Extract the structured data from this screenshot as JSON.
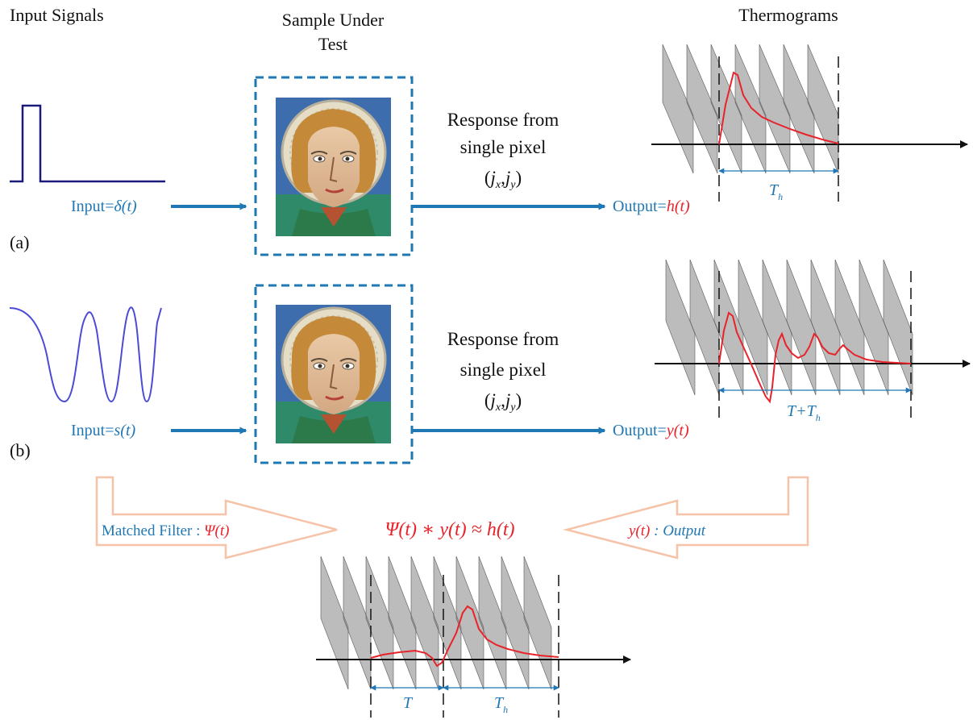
{
  "headers": {
    "input_signals": "Input Signals",
    "sample_under_test_line1": "Sample Under",
    "sample_under_test_line2": "Test",
    "thermograms": "Thermograms"
  },
  "row_a": {
    "label": "(a)",
    "input_prefix": "Input=",
    "input_fn": "δ(t)",
    "response_line1": "Response from",
    "response_line2": "single pixel",
    "output_prefix": "Output=",
    "output_fn": "h(t)",
    "span_label": "T",
    "span_sub": "h"
  },
  "row_b": {
    "label": "(b)",
    "input_prefix": "Input=",
    "input_fn": "s(t)",
    "response_line1": "Response from",
    "response_line2": "single pixel",
    "output_prefix": "Output=",
    "output_fn": "y(t)",
    "span_label": "T+T",
    "span_sub": "h"
  },
  "pixel_coord": {
    "open": "(",
    "jx": "j",
    "x_sub": "x",
    "comma": ",",
    "jy": "j",
    "y_sub": "y",
    "close": ")"
  },
  "filter": {
    "matched_prefix": "Matched Filter : ",
    "matched_fn": "Ψ(t)",
    "equation": "Ψ(t) ∗ y(t) ≈ h(t)",
    "output_fn": "y(t)",
    "output_suffix": " : Output"
  },
  "bottom": {
    "t_label": "T",
    "th_label": "T",
    "th_sub": "h"
  },
  "colors": {
    "blue": "#1f77b4",
    "red": "#e8232a",
    "salmon": "#f6c3a8",
    "frame_gray": "#7a7a7a",
    "pulse_navy": "#1a1a7a",
    "chirp_purple": "#4b4bd6"
  },
  "icons": {
    "painting": "fresco-portrait-icon",
    "arrows": "right-arrow-icon"
  }
}
